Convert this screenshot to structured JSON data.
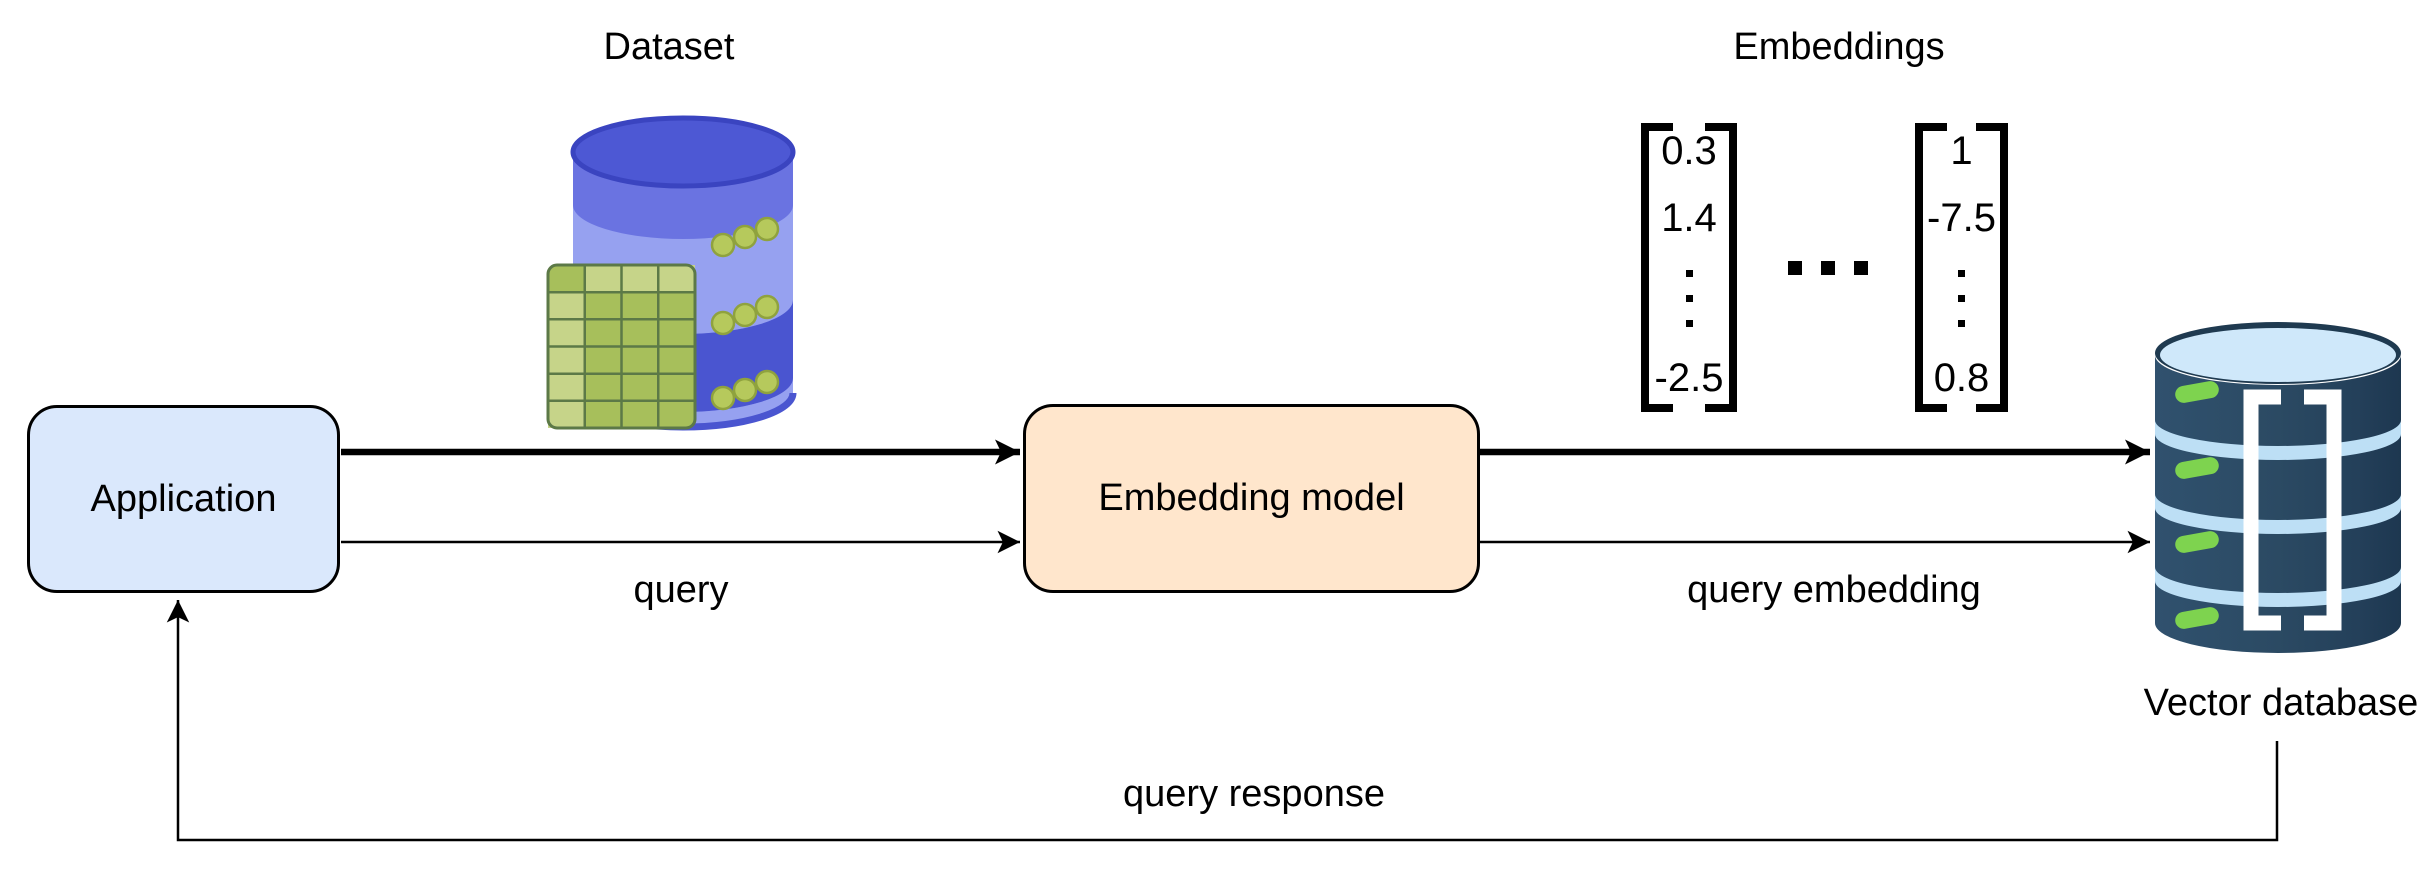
{
  "nodes": {
    "dataset": {
      "label": "Dataset"
    },
    "application": {
      "label": "Application"
    },
    "embedding_model": {
      "label": "Embedding model"
    },
    "embeddings": {
      "label": "Embeddings",
      "vectors": [
        {
          "values": [
            "0.3",
            "1.4",
            "-2.5"
          ]
        },
        {
          "values": [
            "1",
            "-7.5",
            "0.8"
          ]
        }
      ]
    },
    "vector_database": {
      "label": "Vector database"
    }
  },
  "edges": {
    "query": {
      "label": "query"
    },
    "query_embedding": {
      "label": "query embedding"
    },
    "query_response": {
      "label": "query response"
    }
  },
  "icons": {
    "dataset": "dataset-database-icon",
    "vector_database": "vector-database-icon",
    "horizontal_ellipsis": "horizontal-ellipsis-icon",
    "vertical_ellipsis": "vertical-ellipsis-icon"
  },
  "colors": {
    "text": "#000000",
    "node_stroke": "#000000",
    "edge_stroke": "#000000",
    "application_fill": "#dae8fc",
    "embedding_model_fill": "#ffe6cc",
    "dataset_body": "#6a73e1",
    "dataset_top": "#4d58d4",
    "dataset_top_stroke": "#3a44c0",
    "dataset_band_light": "#96a1f0",
    "dataset_band_dark": "#4a55d0",
    "dataset_dot": "#b6c95c",
    "dataset_dot_stroke": "#8fa23e",
    "table_cell_medium": "#a7bf5b",
    "table_cell_light": "#c6d489",
    "table_grid": "#5c7947",
    "db_navy": "#2b4a63",
    "db_navy_dark": "#1f3a50",
    "db_top": "#cfe8fa",
    "db_band": "#bddff5",
    "db_green": "#7ed34f",
    "db_bracket": "#ffffff"
  }
}
